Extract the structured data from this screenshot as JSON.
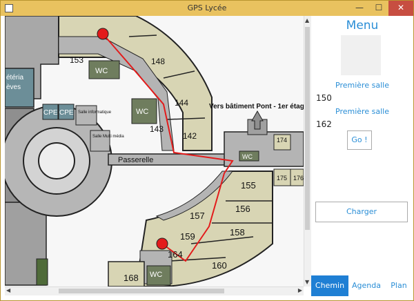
{
  "window": {
    "title": "GPS Lycée",
    "min": "—",
    "max": "☐",
    "close": "✕"
  },
  "map": {
    "sign_text": "Vers bâtiment Pont - 1er étag",
    "passerelle": "Passerelle",
    "labels": {
      "cafeteria": "étéria",
      "eleves": "èves",
      "cpe1": "CPE",
      "cpe2": "CPE",
      "salle_info": "Salle\ninformatique",
      "salle_multi": "Salle\nMulti\nmédia",
      "wc1": "WC",
      "wc2": "WC",
      "wc3": "WC",
      "wc4": "WC"
    },
    "rooms": [
      "153",
      "148",
      "144",
      "143",
      "142",
      "174",
      "175",
      "176",
      "155",
      "156",
      "157",
      "158",
      "159",
      "164",
      "160",
      "168"
    ]
  },
  "panel": {
    "title": "Menu",
    "label1": "Première salle",
    "value1": "150",
    "label2": "Première salle",
    "value2": "162",
    "go": "Go !",
    "charger": "Charger",
    "tabs": [
      "Chemin",
      "Agenda",
      "Plan"
    ]
  },
  "colors": {
    "accent": "#2a8ed6",
    "tab_active": "#1f7fd4",
    "route": "#e31b1b",
    "room": "#d8d5b4",
    "room_dark": "#6f7d5e"
  }
}
